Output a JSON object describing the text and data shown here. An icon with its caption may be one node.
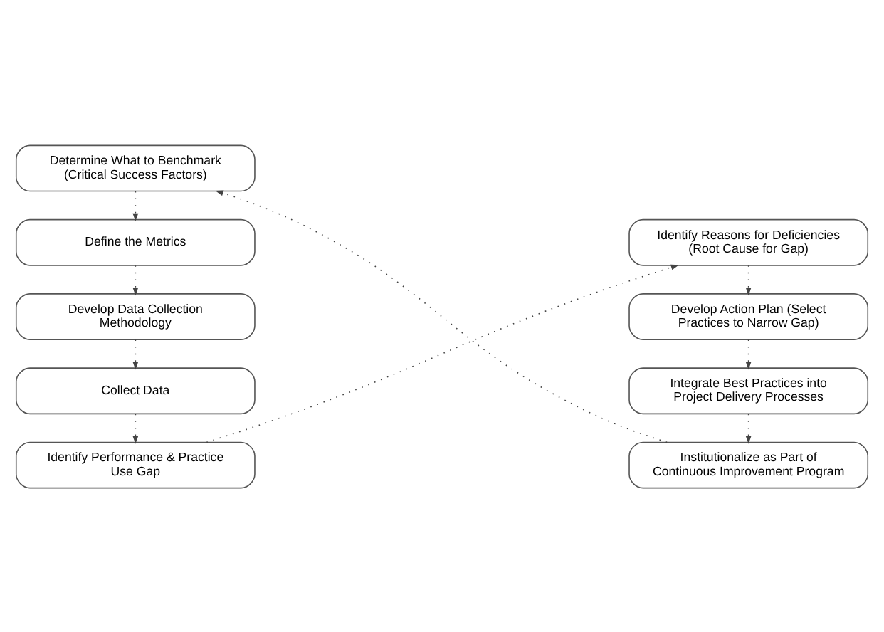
{
  "diagram": {
    "nodes": [
      {
        "text": [
          "Determine What to Benchmark (Critical Success Factors)"
        ]
      },
      {
        "text": [
          "Define the Metrics"
        ]
      },
      {
        "text": [
          "Develop Data Collection Methodology"
        ]
      },
      {
        "text": [
          "Collect Data"
        ]
      },
      {
        "text": [
          "Identify Performance & Practice Use Gap"
        ]
      },
      {
        "text": [
          "Identify Reasons for Deficiencies (Root Cause for Gap)"
        ]
      },
      {
        "text": [
          "Develop Action Plan (Select Practices to Narrow Gap)"
        ]
      },
      {
        "text": [
          "Integrate Best Practices into Project Delivery Processes"
        ]
      },
      {
        "text": [
          "Institutionalize as Part of Continuous Improvement Program"
        ]
      }
    ],
    "edges": [
      {
        "from": 0,
        "to": 1,
        "arrow": "to"
      },
      {
        "from": 1,
        "to": 2,
        "arrow": "to"
      },
      {
        "from": 2,
        "to": 3,
        "arrow": "to"
      },
      {
        "from": 3,
        "to": 4,
        "arrow": "to"
      },
      {
        "from": 4,
        "to": 5,
        "arrow": "to"
      },
      {
        "from": 5,
        "to": 6,
        "arrow": "to"
      },
      {
        "from": 6,
        "to": 7,
        "arrow": "to"
      },
      {
        "from": 7,
        "to": 8,
        "arrow": "to"
      },
      {
        "from": 8,
        "to": 0,
        "arrow": "to"
      }
    ]
  }
}
